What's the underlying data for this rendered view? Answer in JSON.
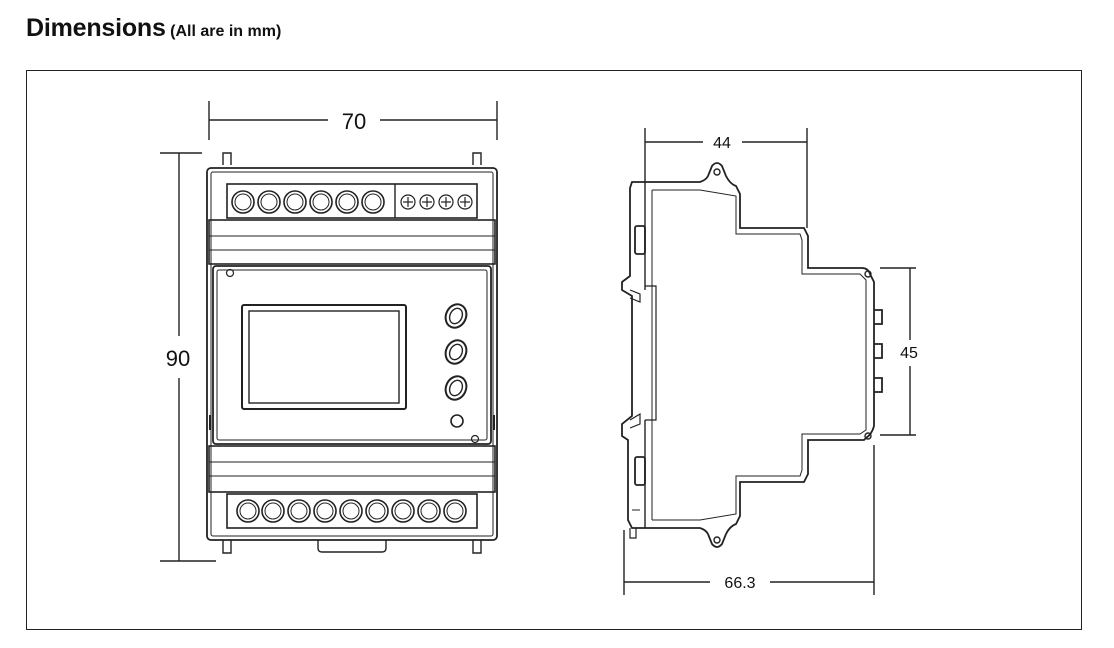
{
  "heading": {
    "title": "Dimensions",
    "unit_note": "(All are in mm)"
  },
  "dimensions": {
    "front_width": "70",
    "front_height": "90",
    "side_depth_top": "44",
    "side_depth_bottom": "66.3",
    "side_window_height": "45"
  },
  "colors": {
    "line": "#222222",
    "background": "#ffffff"
  }
}
